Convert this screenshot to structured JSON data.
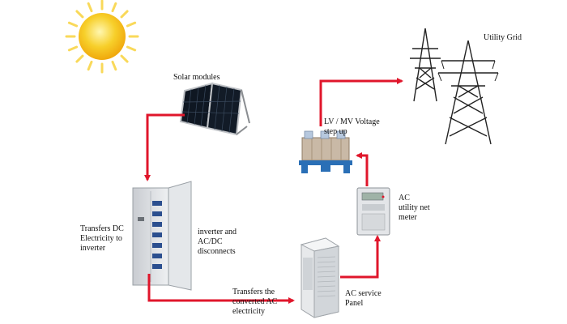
{
  "labels": {
    "solar_modules": "Solar modules",
    "utility_grid": "Utility Grid",
    "voltage_step_up": "LV / MV Voltage\nstep up",
    "transfers_dc": "Transfers DC\nElectricity to\ninverter",
    "inverter_disconnects": "inverter and\nAC/DC\ndisconnects",
    "transfers_ac": "Transfers the\nconverted AC\nelectricity",
    "ac_service_panel": "AC service\nPanel",
    "net_meter": "AC\nutility net\nmeter"
  },
  "colors": {
    "arrow": "#e0162b",
    "sun": "#f6c21c",
    "panel_frame": "#c7c9cc",
    "cabinet": "#d7dade",
    "tower": "#222222"
  },
  "icons": [
    "sun-icon",
    "solar-panel-icon",
    "inverter-cabinet-icon",
    "ac-service-panel-icon",
    "net-meter-icon",
    "transformer-icon",
    "transmission-tower-icon"
  ]
}
